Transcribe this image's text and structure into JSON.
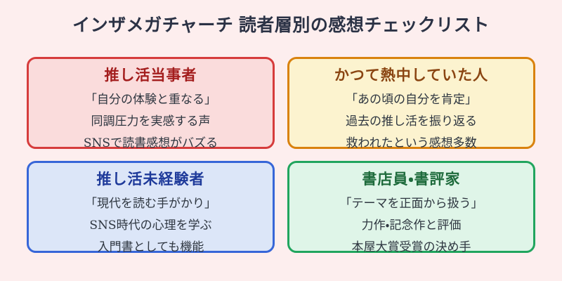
{
  "title": "インザメガチャーチ 読者層別の感想チェックリスト",
  "colors": {
    "page_bg": "#fdeeee",
    "title": "#2b3245"
  },
  "cards": [
    {
      "header": "推し活当事者",
      "lines": [
        "「自分の体験と重なる」",
        "同調圧力を実感する声",
        "SNSで読書感想がバズる"
      ],
      "colors": {
        "bg": "#fadcdc",
        "border": "#d63c3c",
        "header": "#a31d1d"
      }
    },
    {
      "header": "かつて熱中していた人",
      "lines": [
        "「あの頃の自分を肯定」",
        "過去の推し活を振り返る",
        "救われたという感想多数"
      ],
      "colors": {
        "bg": "#fcf3cf",
        "border": "#d9820e",
        "header": "#8a4512"
      }
    },
    {
      "header": "推し活未経験者",
      "lines": [
        "「現代を読む手がかり」",
        "SNS時代の心理を学ぶ",
        "入門書としても機能"
      ],
      "colors": {
        "bg": "#dce6f8",
        "border": "#3766d8",
        "header": "#1e3a9a"
      }
    },
    {
      "header": "書店員・書評家",
      "lines": [
        "「テーマを正面から扱う」",
        "力作・記念作と評価",
        "本屋大賞受賞の決め手"
      ],
      "colors": {
        "bg": "#dff5e8",
        "border": "#21a55e",
        "header": "#1e6b3c"
      }
    }
  ]
}
